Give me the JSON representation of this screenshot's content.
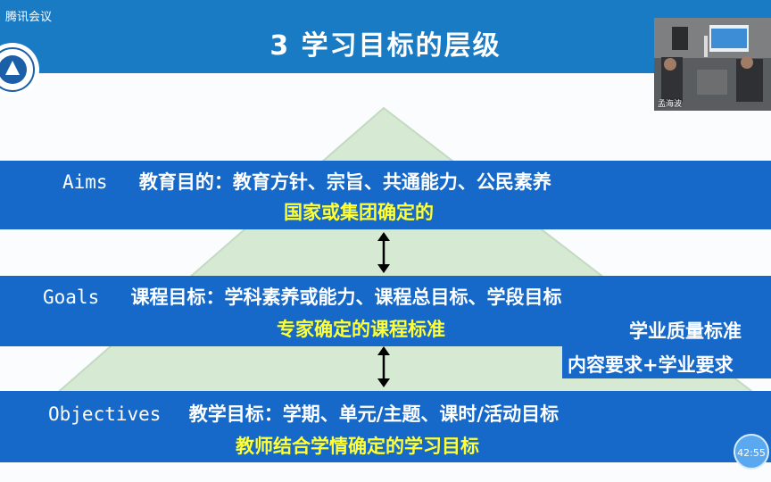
{
  "app_caption": "腾讯会议",
  "title": "3 学习目标的层级",
  "rows": [
    {
      "term": "Aims",
      "desc": "教育目的：教育方针、宗旨、共通能力、公民素养",
      "note": "国家或集团确定的"
    },
    {
      "term": "Goals",
      "desc": "课程目标：学科素养或能力、课程总目标、学段目标",
      "note": "专家确定的课程标准"
    },
    {
      "term": "Objectives",
      "desc": "教学目标：学期、单元/主题、课时/活动目标",
      "note": "教师结合学情确定的学习目标"
    }
  ],
  "side_box": {
    "line1": "学业质量标准",
    "line2": "内容要求+学业要求"
  },
  "video": {
    "participant_name": "孟海波"
  },
  "timer": "42:55",
  "colors": {
    "title_bar": "#1a7bc5",
    "band": "#1669c9",
    "highlight_text": "#ffff33",
    "pyramid": "#d6e9d2"
  }
}
